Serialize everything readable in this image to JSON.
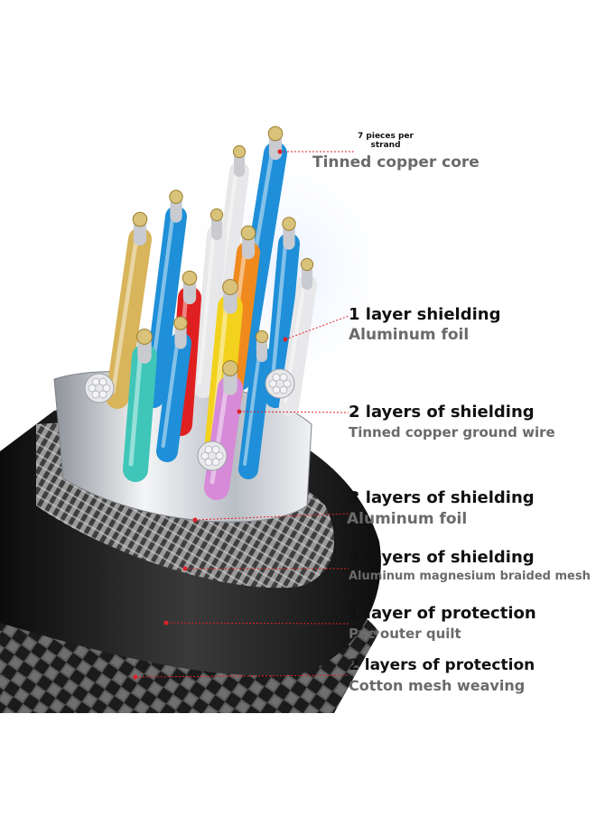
{
  "core": {
    "note_line1": "7 pieces per",
    "note_line2": "strand",
    "title": "Tinned copper core"
  },
  "layers": [
    {
      "title": "1 layer shielding",
      "sub": "Aluminum foil"
    },
    {
      "title": "2 layers of shielding",
      "sub": "Tinned copper ground wire"
    },
    {
      "title": "3 layers of shielding",
      "sub": "Aluminum foil"
    },
    {
      "title": "4 layers of shielding",
      "sub": "Aluminum magnesium braided mesh"
    },
    {
      "title": "1 layer of protection",
      "sub": "Pvc outer quilt"
    },
    {
      "title": "2 layers of protection",
      "sub": "Cotton mesh weaving"
    }
  ],
  "colors": {
    "leader": "#e0202a",
    "braid": "#2b2b2b",
    "jacket": "#1a1a1a",
    "foil": "#c8ccd2",
    "copper_tin": "#d9c27a",
    "wire_blue": "#1e8fd8",
    "wire_orange": "#f08a1e",
    "wire_red": "#e02020",
    "wire_yellow": "#f2d21c",
    "wire_teal": "#3fc6b8",
    "wire_pink": "#d68ad8",
    "wire_gold": "#d8b45a",
    "wire_white": "#e8e8ea"
  }
}
